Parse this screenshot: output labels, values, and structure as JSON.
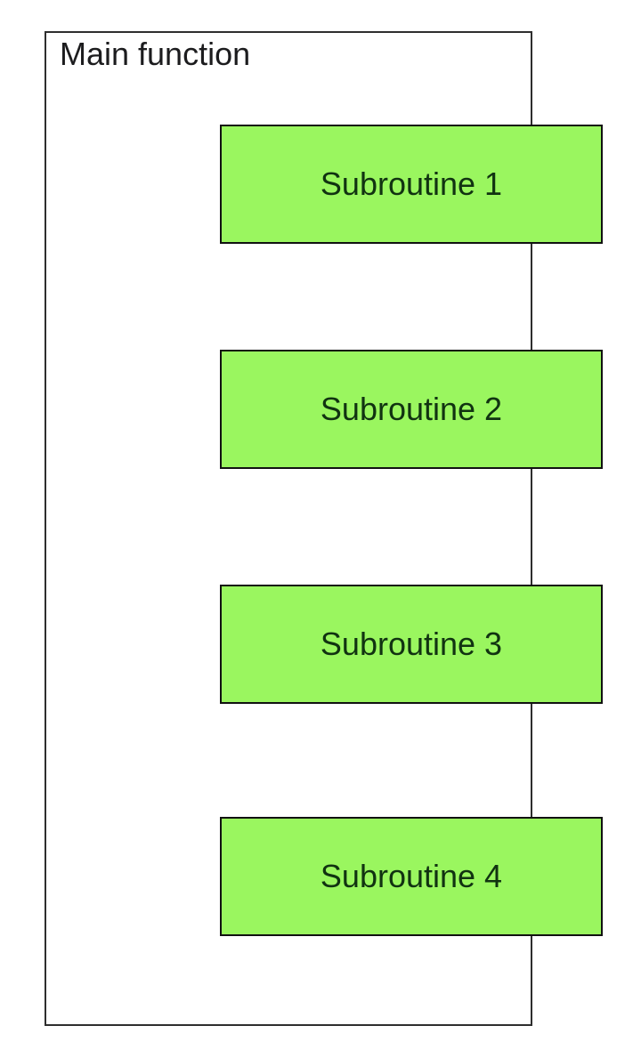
{
  "diagram": {
    "type": "call-structure-diagram",
    "main": {
      "label": "Main function"
    },
    "subroutines": [
      {
        "label": "Subroutine 1"
      },
      {
        "label": "Subroutine 2"
      },
      {
        "label": "Subroutine 3"
      },
      {
        "label": "Subroutine 4"
      }
    ]
  },
  "colors": {
    "background": "#ffffff",
    "subroutine_fill": "#9AF65F",
    "subroutine_border": "#111111",
    "subroutine_text": "#113311",
    "main_border": "#2e2e2e",
    "main_text": "#1c1c1e"
  }
}
